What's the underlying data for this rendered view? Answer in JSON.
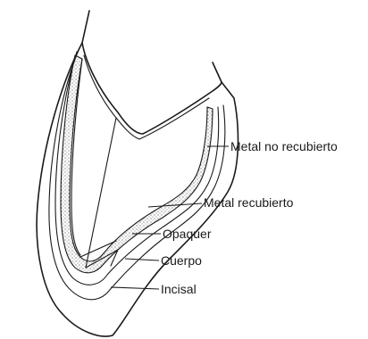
{
  "labels": {
    "metal_no_recubierto": "Metal no recubierto",
    "metal_recubierto": "Metal recubierto",
    "opaquer": "Opaquer",
    "cuerpo": "Cuerpo",
    "incisal": "Incisal"
  },
  "colors": {
    "line": "#1a1a1a",
    "stipple": "#555555",
    "background": "#ffffff"
  }
}
